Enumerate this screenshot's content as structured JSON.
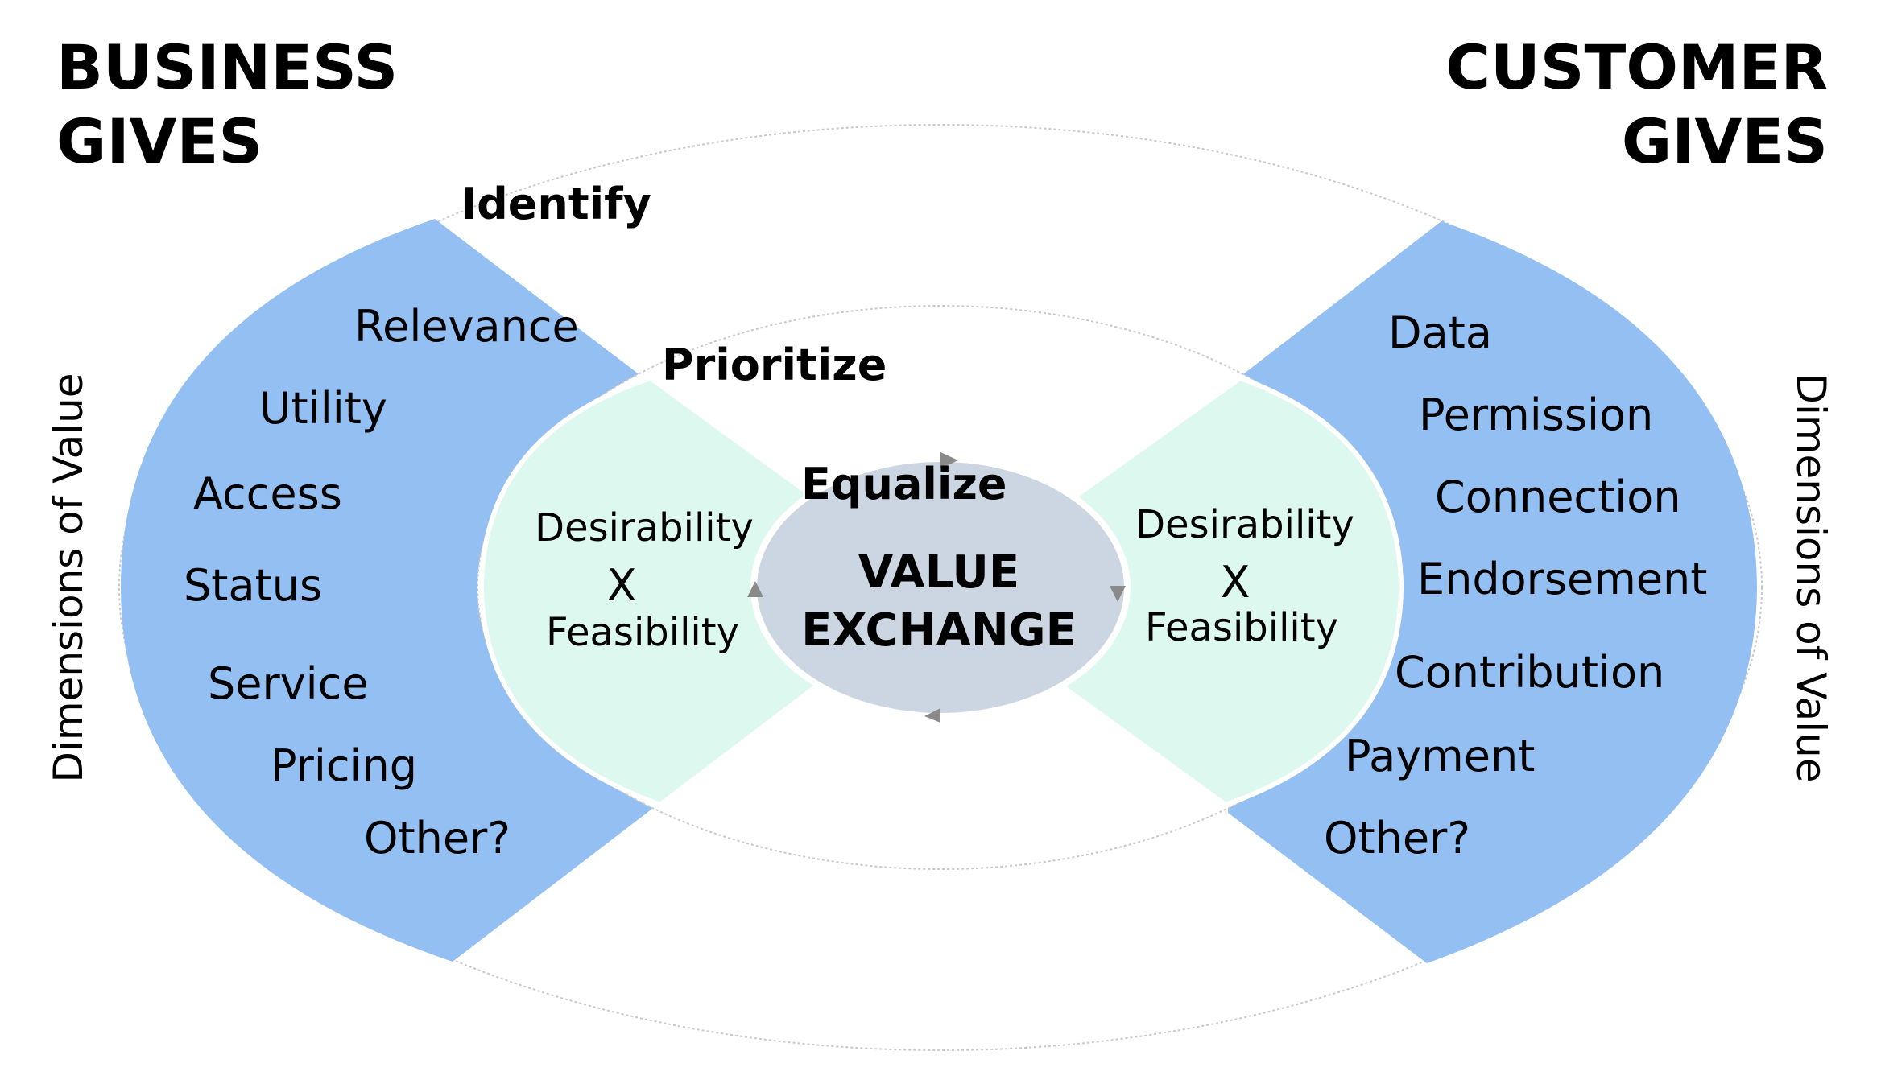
{
  "colors": {
    "outer_wing": "#94bff3",
    "inner_wing": "#dcf8ef",
    "center_fill": "#ccd6e2",
    "ring_line": "#c9c9c9",
    "arrow": "#8a8a8a",
    "text": "#000000"
  },
  "headings": {
    "business": [
      "BUSINESS",
      "GIVES"
    ],
    "customer": [
      "CUSTOMER",
      "GIVES"
    ]
  },
  "side_labels": {
    "left": "Dimensions of Value",
    "right": "Dimensions of Value"
  },
  "stages": {
    "identify": "Identify",
    "prioritize": "Prioritize",
    "equalize": "Equalize"
  },
  "business_items": [
    "Relevance",
    "Utility",
    "Access",
    "Status",
    "Service",
    "Pricing",
    "Other?"
  ],
  "customer_items": [
    "Data",
    "Permission",
    "Connection",
    "Endorsement",
    "Contribution",
    "Payment",
    "Other?"
  ],
  "formula": {
    "top": "Desirability",
    "operator": "X",
    "bottom": "Feasibility"
  },
  "center": {
    "line1": "VALUE",
    "line2": "EXCHANGE"
  },
  "icons": {
    "cycle_arrows": "triangle-arrow-icon"
  }
}
